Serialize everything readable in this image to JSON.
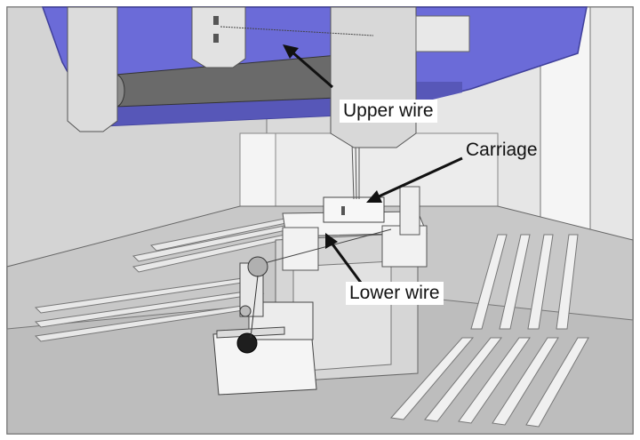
{
  "labels": {
    "upper_wire": "Upper wire",
    "carriage": "Carriage",
    "lower_wire": "Lower wire"
  },
  "colors": {
    "gantry": "#6a6ad6",
    "gantry_edge": "#4a4aa8",
    "frame": "#d8d8d8",
    "floor": "#c4c4c4",
    "wall": "#e2e2e2",
    "part": "#f2f2f2",
    "outline": "#5a5a5a"
  }
}
